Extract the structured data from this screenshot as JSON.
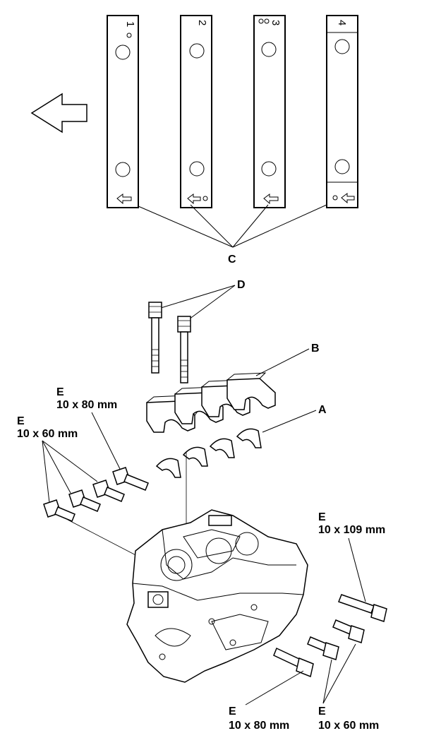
{
  "caps": [
    {
      "number": "1"
    },
    {
      "number": "2"
    },
    {
      "number": "3"
    },
    {
      "number": "4"
    }
  ],
  "labels": {
    "c": "C",
    "d": "D",
    "b": "B",
    "a": "A"
  },
  "bolts": {
    "e_80_left": {
      "letter": "E",
      "size": "10 x 80 mm"
    },
    "e_60_left": {
      "letter": "E",
      "size": "10 x 60 mm"
    },
    "e_109_right": {
      "letter": "E",
      "size": "10 x 109 mm"
    },
    "e_80_bottom": {
      "letter": "E",
      "size": "10 x 80 mm"
    },
    "e_60_bottom": {
      "letter": "E",
      "size": "10 x 60 mm"
    }
  }
}
